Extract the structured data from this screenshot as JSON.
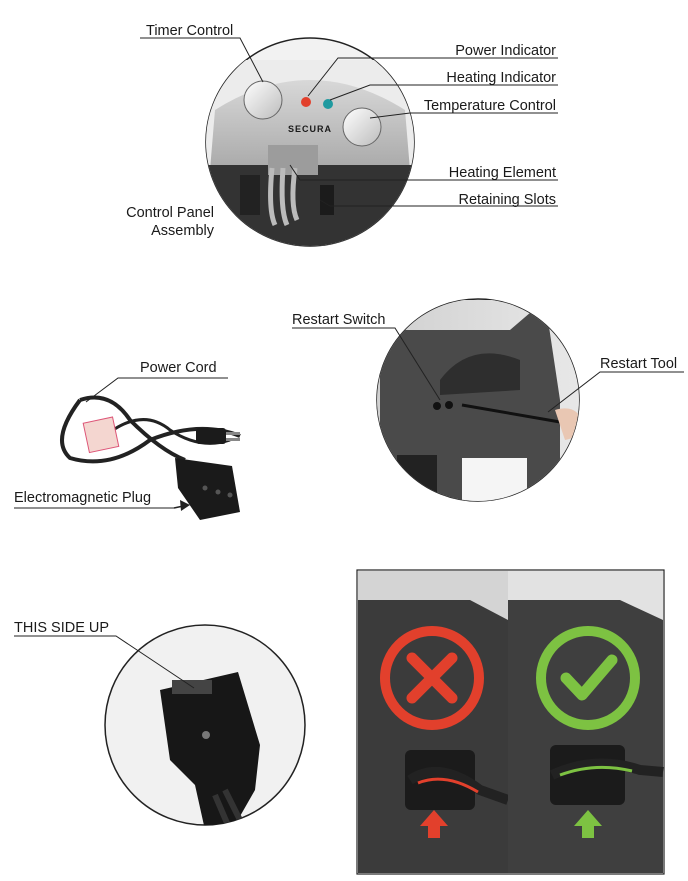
{
  "control_panel": {
    "brand_text": "SECURA",
    "labels": {
      "timer_control": "Timer Control",
      "power_indicator": "Power Indicator",
      "heating_indicator": "Heating Indicator",
      "temperature_control": "Temperature Control",
      "heating_element": "Heating Element",
      "retaining_slots": "Retaining Slots",
      "assembly_line1": "Control Panel",
      "assembly_line2": "Assembly"
    }
  },
  "power_cord": {
    "labels": {
      "power_cord": "Power Cord",
      "electromagnetic_plug": "Electromagnetic Plug"
    }
  },
  "restart": {
    "labels": {
      "restart_switch": "Restart Switch",
      "restart_tool": "Restart Tool"
    }
  },
  "plug_orientation": {
    "labels": {
      "this_side_up": "THIS SIDE UP"
    },
    "colors": {
      "wrong": "#e2402c",
      "correct": "#7dc242"
    }
  }
}
